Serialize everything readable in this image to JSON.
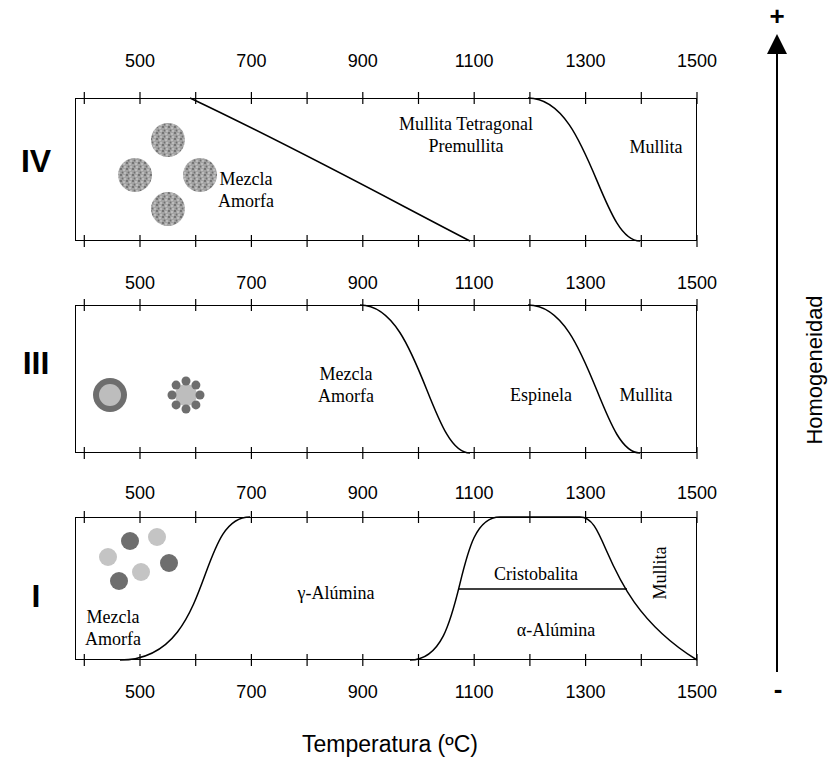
{
  "diagram": {
    "nodes": [
      {
        "text": [
          "IV",
          "Mezcla Amorfa",
          "Mullita Tetragonal Premullita",
          "Mullita"
        ]
      },
      {
        "text": [
          "III",
          "Mezcla Amorfa",
          "Espinela",
          "Mullita"
        ]
      },
      {
        "text": [
          "I",
          "Mezcla Amorfa",
          "γ-Alúmina",
          "Cristobalita",
          "α-Alúmina",
          "Mullita"
        ]
      }
    ],
    "labels": [
      "500",
      "700",
      "900",
      "1100",
      "1300",
      "1500",
      "500",
      "700",
      "900",
      "1100",
      "1300",
      "1500",
      "500",
      "700",
      "900",
      "1100",
      "1300",
      "1500",
      "500",
      "700",
      "900",
      "1100",
      "1300",
      "1500",
      "Temperatura (ºC)",
      "+",
      "Homogeneidad",
      "-"
    ]
  }
}
